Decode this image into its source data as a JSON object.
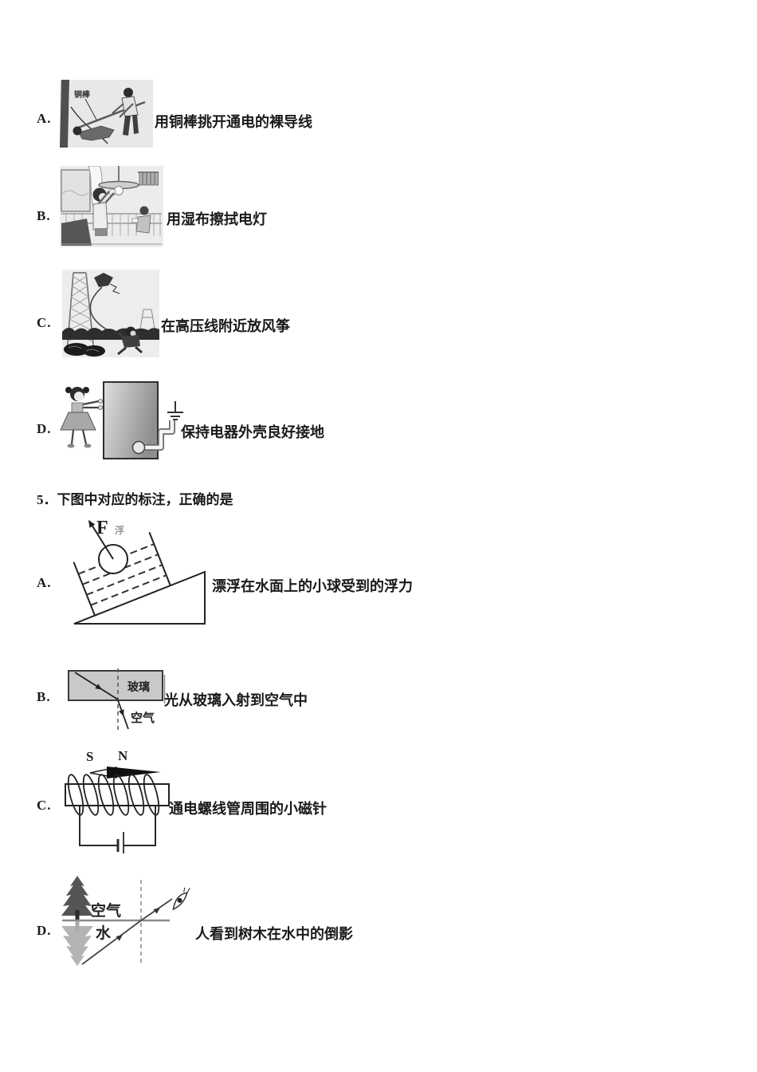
{
  "question4": {
    "options": [
      {
        "label": "A.",
        "caption": "用铜棒挑开通电的裸导线",
        "image_annotation": "铜棒"
      },
      {
        "label": "B.",
        "caption": "用湿布擦拭电灯"
      },
      {
        "label": "C.",
        "caption": "在高压线附近放风筝"
      },
      {
        "label": "D.",
        "caption": "保持电器外壳良好接地"
      }
    ]
  },
  "question5": {
    "number": "5．",
    "stem": "下图中对应的标注，正确的是",
    "options": [
      {
        "label": "A.",
        "caption": "漂浮在水面上的小球受到的浮力",
        "force_label": "F",
        "force_sub": "浮"
      },
      {
        "label": "B.",
        "caption": "光从玻璃入射到空气中",
        "glass_label": "玻璃",
        "air_label": "空气"
      },
      {
        "label": "C.",
        "caption": "通电螺线管周围的小磁针",
        "pole_s": "S",
        "pole_n": "N"
      },
      {
        "label": "D.",
        "caption": "人看到树木在水中的倒影",
        "air_label": "空气",
        "water_label": "水"
      }
    ]
  },
  "colors": {
    "ink": "#1a1a1a",
    "diagram_stroke": "#2a2a2a",
    "glass_fill": "#c9c9c9",
    "water_line": "#8a8a8a",
    "illustration_bg": "#ebebeb"
  }
}
